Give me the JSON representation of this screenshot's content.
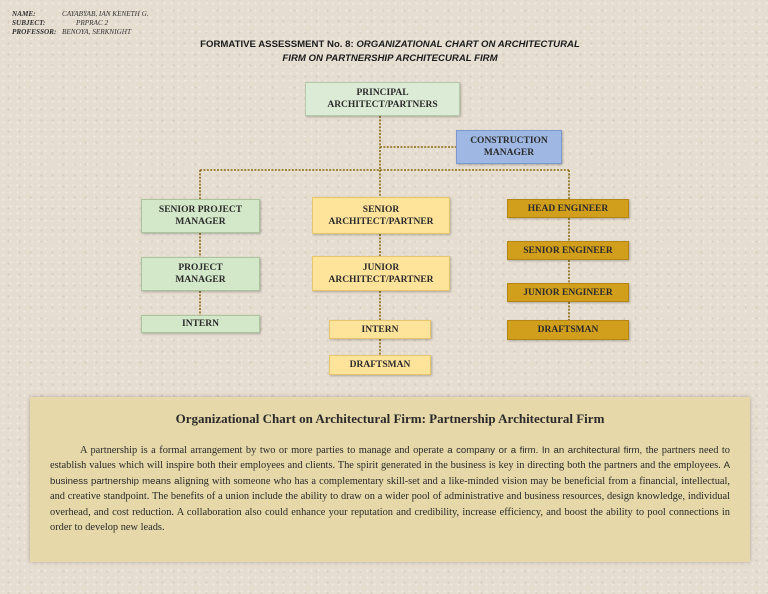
{
  "header": {
    "name_label": "NAME:",
    "name_value": "CAYABYAB, IAN KENETH G.",
    "subject_label": "SUBJECT:",
    "subject_value": "PRPRAC 2",
    "professor_label": "PROFESSOR:",
    "professor_value": "BENOYA, SERKNIGHT"
  },
  "title": {
    "prefix": "FORMATIVE ASSESSMENT No. 8: ",
    "line1_italic": "ORGANIZATIONAL CHART ON ARCHITECTURAL",
    "line2_italic": "FIRM ON PARTNERSHIP ARCHITECURAL FIRM"
  },
  "chart": {
    "principal": [
      "PRINCIPAL",
      "ARCHITECT/PARTNERS"
    ],
    "construction_manager": [
      "CONSTRUCTION",
      "MANAGER"
    ],
    "left": {
      "senior_pm": [
        "SENIOR PROJECT",
        "MANAGER"
      ],
      "pm": [
        "PROJECT",
        "MANAGER"
      ],
      "intern": "INTERN"
    },
    "center": {
      "senior_arch": [
        "SENIOR",
        "ARCHITECT/PARTNER"
      ],
      "junior_arch": [
        "JUNIOR",
        "ARCHITECT/PARTNER"
      ],
      "intern": "INTERN",
      "draftsman": "DRAFTSMAN"
    },
    "right": {
      "head_engineer": "HEAD ENGINEER",
      "senior_engineer": "SENIOR ENGINEER",
      "junior_engineer": "JUNIOR ENGINEER",
      "draftsman": "DRAFTSMAN"
    },
    "colors": {
      "green": "#d3e7c9",
      "blue": "#9fb7e3",
      "yellow": "#fee39b",
      "gold": "#d29f1c",
      "line": "#8a6a12"
    }
  },
  "panel": {
    "heading": "Organizational Chart on Architectural Firm: Partnership Architectural Firm",
    "p_a": "A partnership is a formal arrangement by two or more parties to manage and operate ",
    "p_b": "a company or a firm. In an architectural firm, t",
    "p_c": "he partners need to establish values which will inspire both their employees and clients. The spirit generated in the business is key in directing both the partners and the employees. ",
    "p_d": "A business partnership means a",
    "p_e": "ligning with someone who has a complementary skill-set and a like-minded vision may be beneficial from a financial, intellectual, and creative standpoint. The benefits of a union include the ability to draw on a wider pool of administrative and business resources, design knowledge, individual overhead, and cost reduction. A collaboration also could enhance your reputation and credibility, increase efficiency, and boost the ability to pool connections in order to develop new leads."
  }
}
